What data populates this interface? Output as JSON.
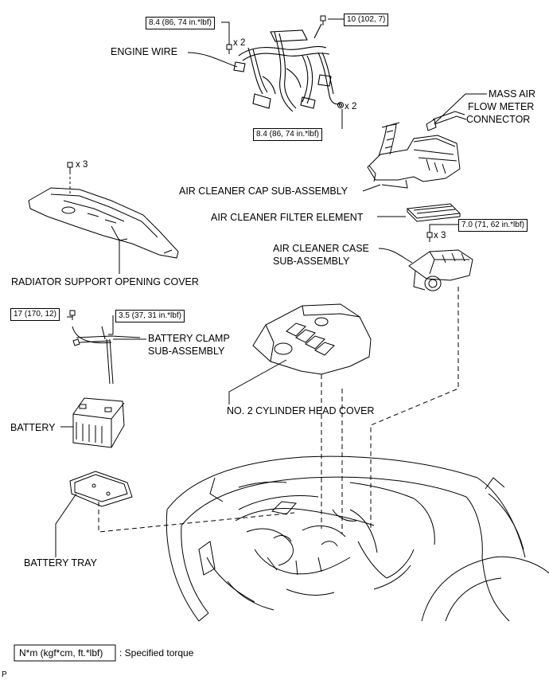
{
  "torques": {
    "wire_upper": "8.4 (86, 74 in.*lbf)",
    "wire_top_right": "10 (102, 7)",
    "wire_lower": "8.4 (86, 74 in.*lbf)",
    "case": "7.0 (71, 62 in.*lbf)",
    "clamp_left": "17 (170, 12)",
    "clamp_right": "3.5 (37, 31 in.*lbf)"
  },
  "multipliers": {
    "wire_upper": "x 2",
    "wire_lower": "x 2",
    "cover": "x 3",
    "case": "x 3"
  },
  "labels": {
    "engine_wire": "ENGINE WIRE",
    "mass_air_flow": [
      "MASS AIR",
      "FLOW METER",
      "CONNECTOR"
    ],
    "air_cleaner_cap": "AIR CLEANER CAP SUB-ASSEMBLY",
    "air_cleaner_filter": "AIR CLEANER FILTER ELEMENT",
    "air_cleaner_case": [
      "AIR CLEANER CASE",
      "SUB-ASSEMBLY"
    ],
    "radiator_cover": "RADIATOR SUPPORT OPENING COVER",
    "battery_clamp": [
      "BATTERY CLAMP",
      "SUB-ASSEMBLY"
    ],
    "cylinder_head_cover": "NO. 2 CYLINDER HEAD COVER",
    "battery": "BATTERY",
    "battery_tray": "BATTERY TRAY"
  },
  "legend": {
    "unit_box": "N*m (kgf*cm, ft.*lbf)",
    "text": ": Specified torque"
  },
  "corner_mark": "P"
}
